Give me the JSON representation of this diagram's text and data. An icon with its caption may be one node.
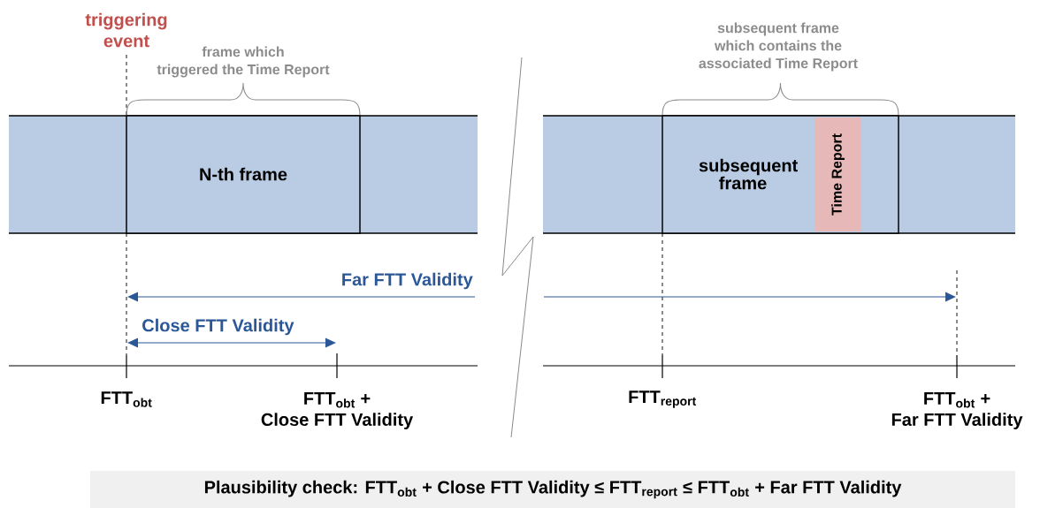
{
  "diagram": {
    "nodes": [
      {
        "text": [
          "N-th frame"
        ]
      },
      {
        "text": [
          "subsequent frame"
        ]
      },
      {
        "text": [
          "Time Report"
        ],
        "in": 1
      },
      {
        "text": [
          "Plausibility check: FTT$_{obt}$ + Close FTT Validity ≤ FTT$_{report}$ ≤ FTT$_{obt}$ + Far FTT Validity"
        ]
      }
    ],
    "labels": [
      "triggering event",
      "frame which triggered the Time Report",
      "subsequent frame which contains the associated Time Report",
      "Far FTT Validity",
      "Close FTT Validity",
      "FTT$_{obt}$",
      "FTT$_{obt}$ + Close FTT Validity",
      "FTT$_{report}$",
      "FTT$_{obt}$ + Far FTT Validity"
    ]
  }
}
